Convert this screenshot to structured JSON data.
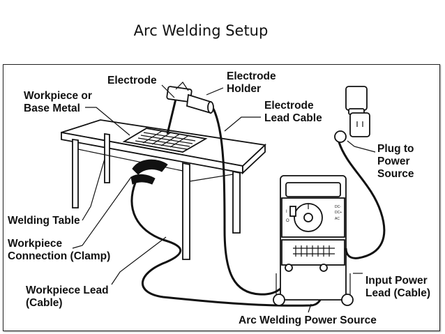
{
  "title": "Arc Welding Setup",
  "labels": {
    "workpiece_base_metal": [
      "Workpiece or",
      "Base Metal"
    ],
    "electrode": "Electrode",
    "electrode_holder": [
      "Electrode",
      "Holder"
    ],
    "electrode_lead_cable": [
      "Electrode",
      "Lead Cable"
    ],
    "plug_to_power_source": [
      "Plug to",
      "Power",
      "Source"
    ],
    "welding_table": "Welding Table",
    "workpiece_connection": [
      "Workpiece",
      "Connection (Clamp)"
    ],
    "workpiece_lead": [
      "Workpiece Lead",
      "(Cable)"
    ],
    "input_power_lead": [
      "Input Power",
      "Lead (Cable)"
    ],
    "power_source": "Arc Welding Power Source"
  },
  "machine_panel": {
    "switch_marks": [
      "I",
      "O"
    ],
    "output_marks": [
      "DC-",
      "DC+",
      "AC"
    ]
  }
}
